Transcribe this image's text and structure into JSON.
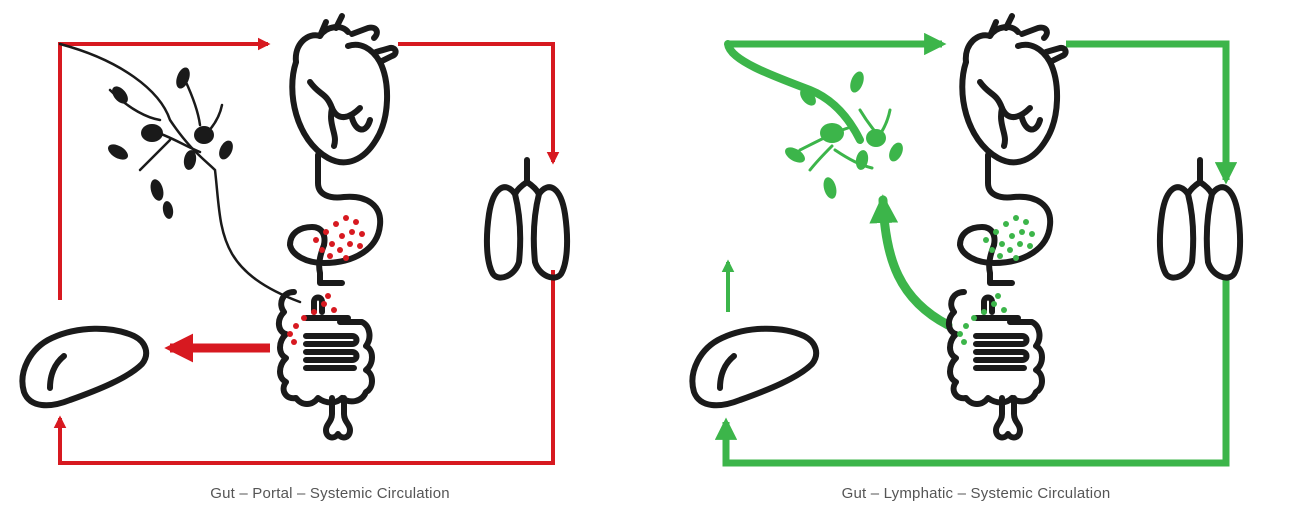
{
  "panels": [
    {
      "caption": "Gut – Portal – Systemic Circulation",
      "color": "#d71920",
      "route": "portal"
    },
    {
      "caption": "Gut – Lymphatic – Systemic Circulation",
      "color": "#3cb54a",
      "route": "lymphatic"
    }
  ],
  "organ_color": "#1a1a1a",
  "icons": [
    "heart-icon",
    "lungs-icon",
    "stomach-icon",
    "intestine-icon",
    "liver-icon",
    "lymph-vessel-icon"
  ]
}
